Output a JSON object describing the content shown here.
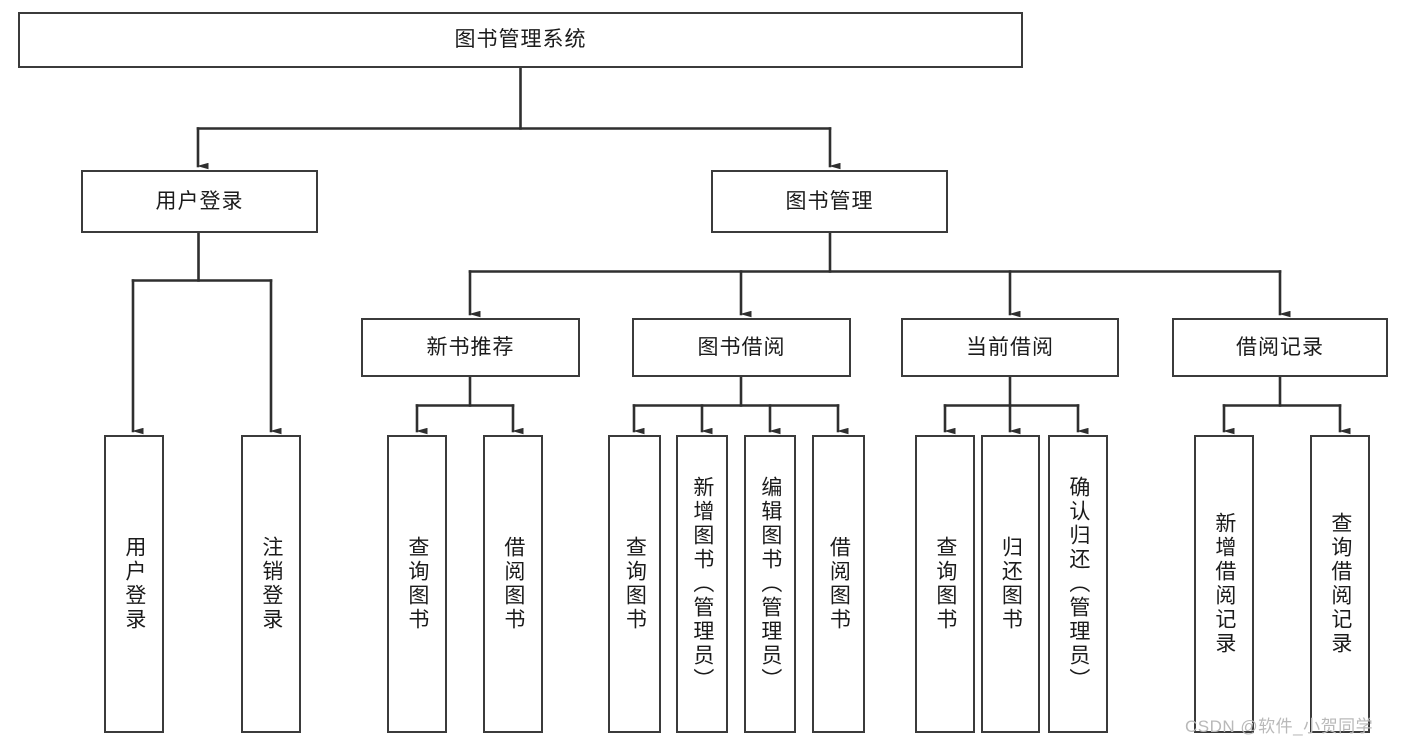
{
  "diagram": {
    "type": "hierarchy-tree",
    "title_node": {
      "id": "root",
      "label": "图书管理系统"
    },
    "level2": [
      {
        "id": "user-login",
        "label": "用户登录"
      },
      {
        "id": "book-manage",
        "label": "图书管理"
      }
    ],
    "level3": [
      {
        "id": "new-book-recommend",
        "label": "新书推荐",
        "parent": "book-manage"
      },
      {
        "id": "book-borrow",
        "label": "图书借阅",
        "parent": "book-manage"
      },
      {
        "id": "current-borrow",
        "label": "当前借阅",
        "parent": "book-manage"
      },
      {
        "id": "borrow-record",
        "label": "借阅记录",
        "parent": "book-manage"
      }
    ],
    "leaves": [
      {
        "id": "leaf-user-login",
        "label": "用户登录",
        "parent": "user-login"
      },
      {
        "id": "leaf-user-logout",
        "label": "注销登录",
        "parent": "user-login"
      },
      {
        "id": "leaf-query-book-1",
        "label": "查询图书",
        "parent": "new-book-recommend"
      },
      {
        "id": "leaf-borrow-book-1",
        "label": "借阅图书",
        "parent": "new-book-recommend"
      },
      {
        "id": "leaf-query-book-2",
        "label": "查询图书",
        "parent": "book-borrow"
      },
      {
        "id": "leaf-add-book",
        "label": "新增图书（管理员）",
        "parent": "book-borrow"
      },
      {
        "id": "leaf-edit-book",
        "label": "编辑图书（管理员）",
        "parent": "book-borrow"
      },
      {
        "id": "leaf-borrow-book-2",
        "label": "借阅图书",
        "parent": "book-borrow"
      },
      {
        "id": "leaf-query-book-3",
        "label": "查询图书",
        "parent": "current-borrow"
      },
      {
        "id": "leaf-return-book",
        "label": "归还图书",
        "parent": "current-borrow"
      },
      {
        "id": "leaf-confirm-return",
        "label": "确认归还（管理员）",
        "parent": "current-borrow"
      },
      {
        "id": "leaf-add-record",
        "label": "新增借阅记录",
        "parent": "borrow-record"
      },
      {
        "id": "leaf-query-record",
        "label": "查询借阅记录",
        "parent": "borrow-record"
      }
    ],
    "colors": {
      "stroke": "#3b3b3b",
      "fill": "#ffffff",
      "text": "#1b1b1b",
      "watermark": "#b9b9b9"
    }
  },
  "watermark": {
    "text": "CSDN @软件_小贺同学"
  }
}
